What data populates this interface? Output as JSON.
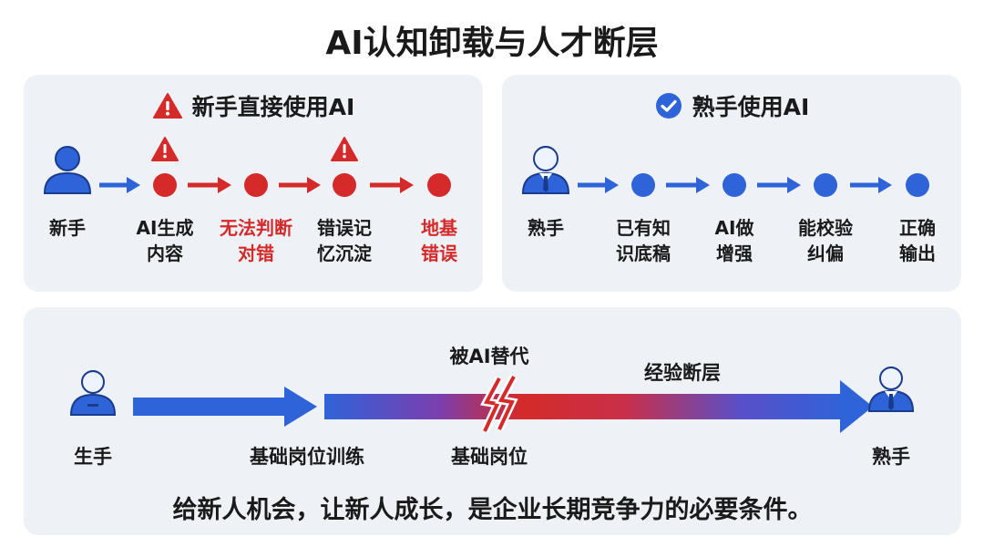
{
  "title": "AI认知卸载与人才断层",
  "colors": {
    "red": "#d42a2a",
    "blue": "#2f63d8",
    "panel": "#eef1f6",
    "person": "#2f63d8"
  },
  "left_panel": {
    "heading": "新手直接使用AI",
    "heading_icon": "warning-icon",
    "start_label": "新手",
    "steps": [
      {
        "label": "AI生成\n内容",
        "red": false,
        "warning": true
      },
      {
        "label": "无法判断\n对错",
        "red": true,
        "warning": false
      },
      {
        "label": "错误记\n忆沉淀",
        "red": false,
        "warning": true
      },
      {
        "label": "地基\n错误",
        "red": true,
        "warning": false
      }
    ]
  },
  "right_panel": {
    "heading": "熟手使用AI",
    "heading_icon": "check-circle-icon",
    "start_label": "熟手",
    "steps": [
      {
        "label": "已有知\n识底稿"
      },
      {
        "label": "AI做\n增强"
      },
      {
        "label": "能校验\n纠偏"
      },
      {
        "label": "正确\n输出"
      }
    ]
  },
  "bottom_panel": {
    "start_label": "生手",
    "training_label": "基础岗位训练",
    "replaced_label": "被AI替代",
    "base_label": "基础岗位",
    "gap_label": "经验断层",
    "end_label": "熟手",
    "conclusion": "给新人机会，让新人成长，是企业长期竞争力的必要条件。"
  }
}
